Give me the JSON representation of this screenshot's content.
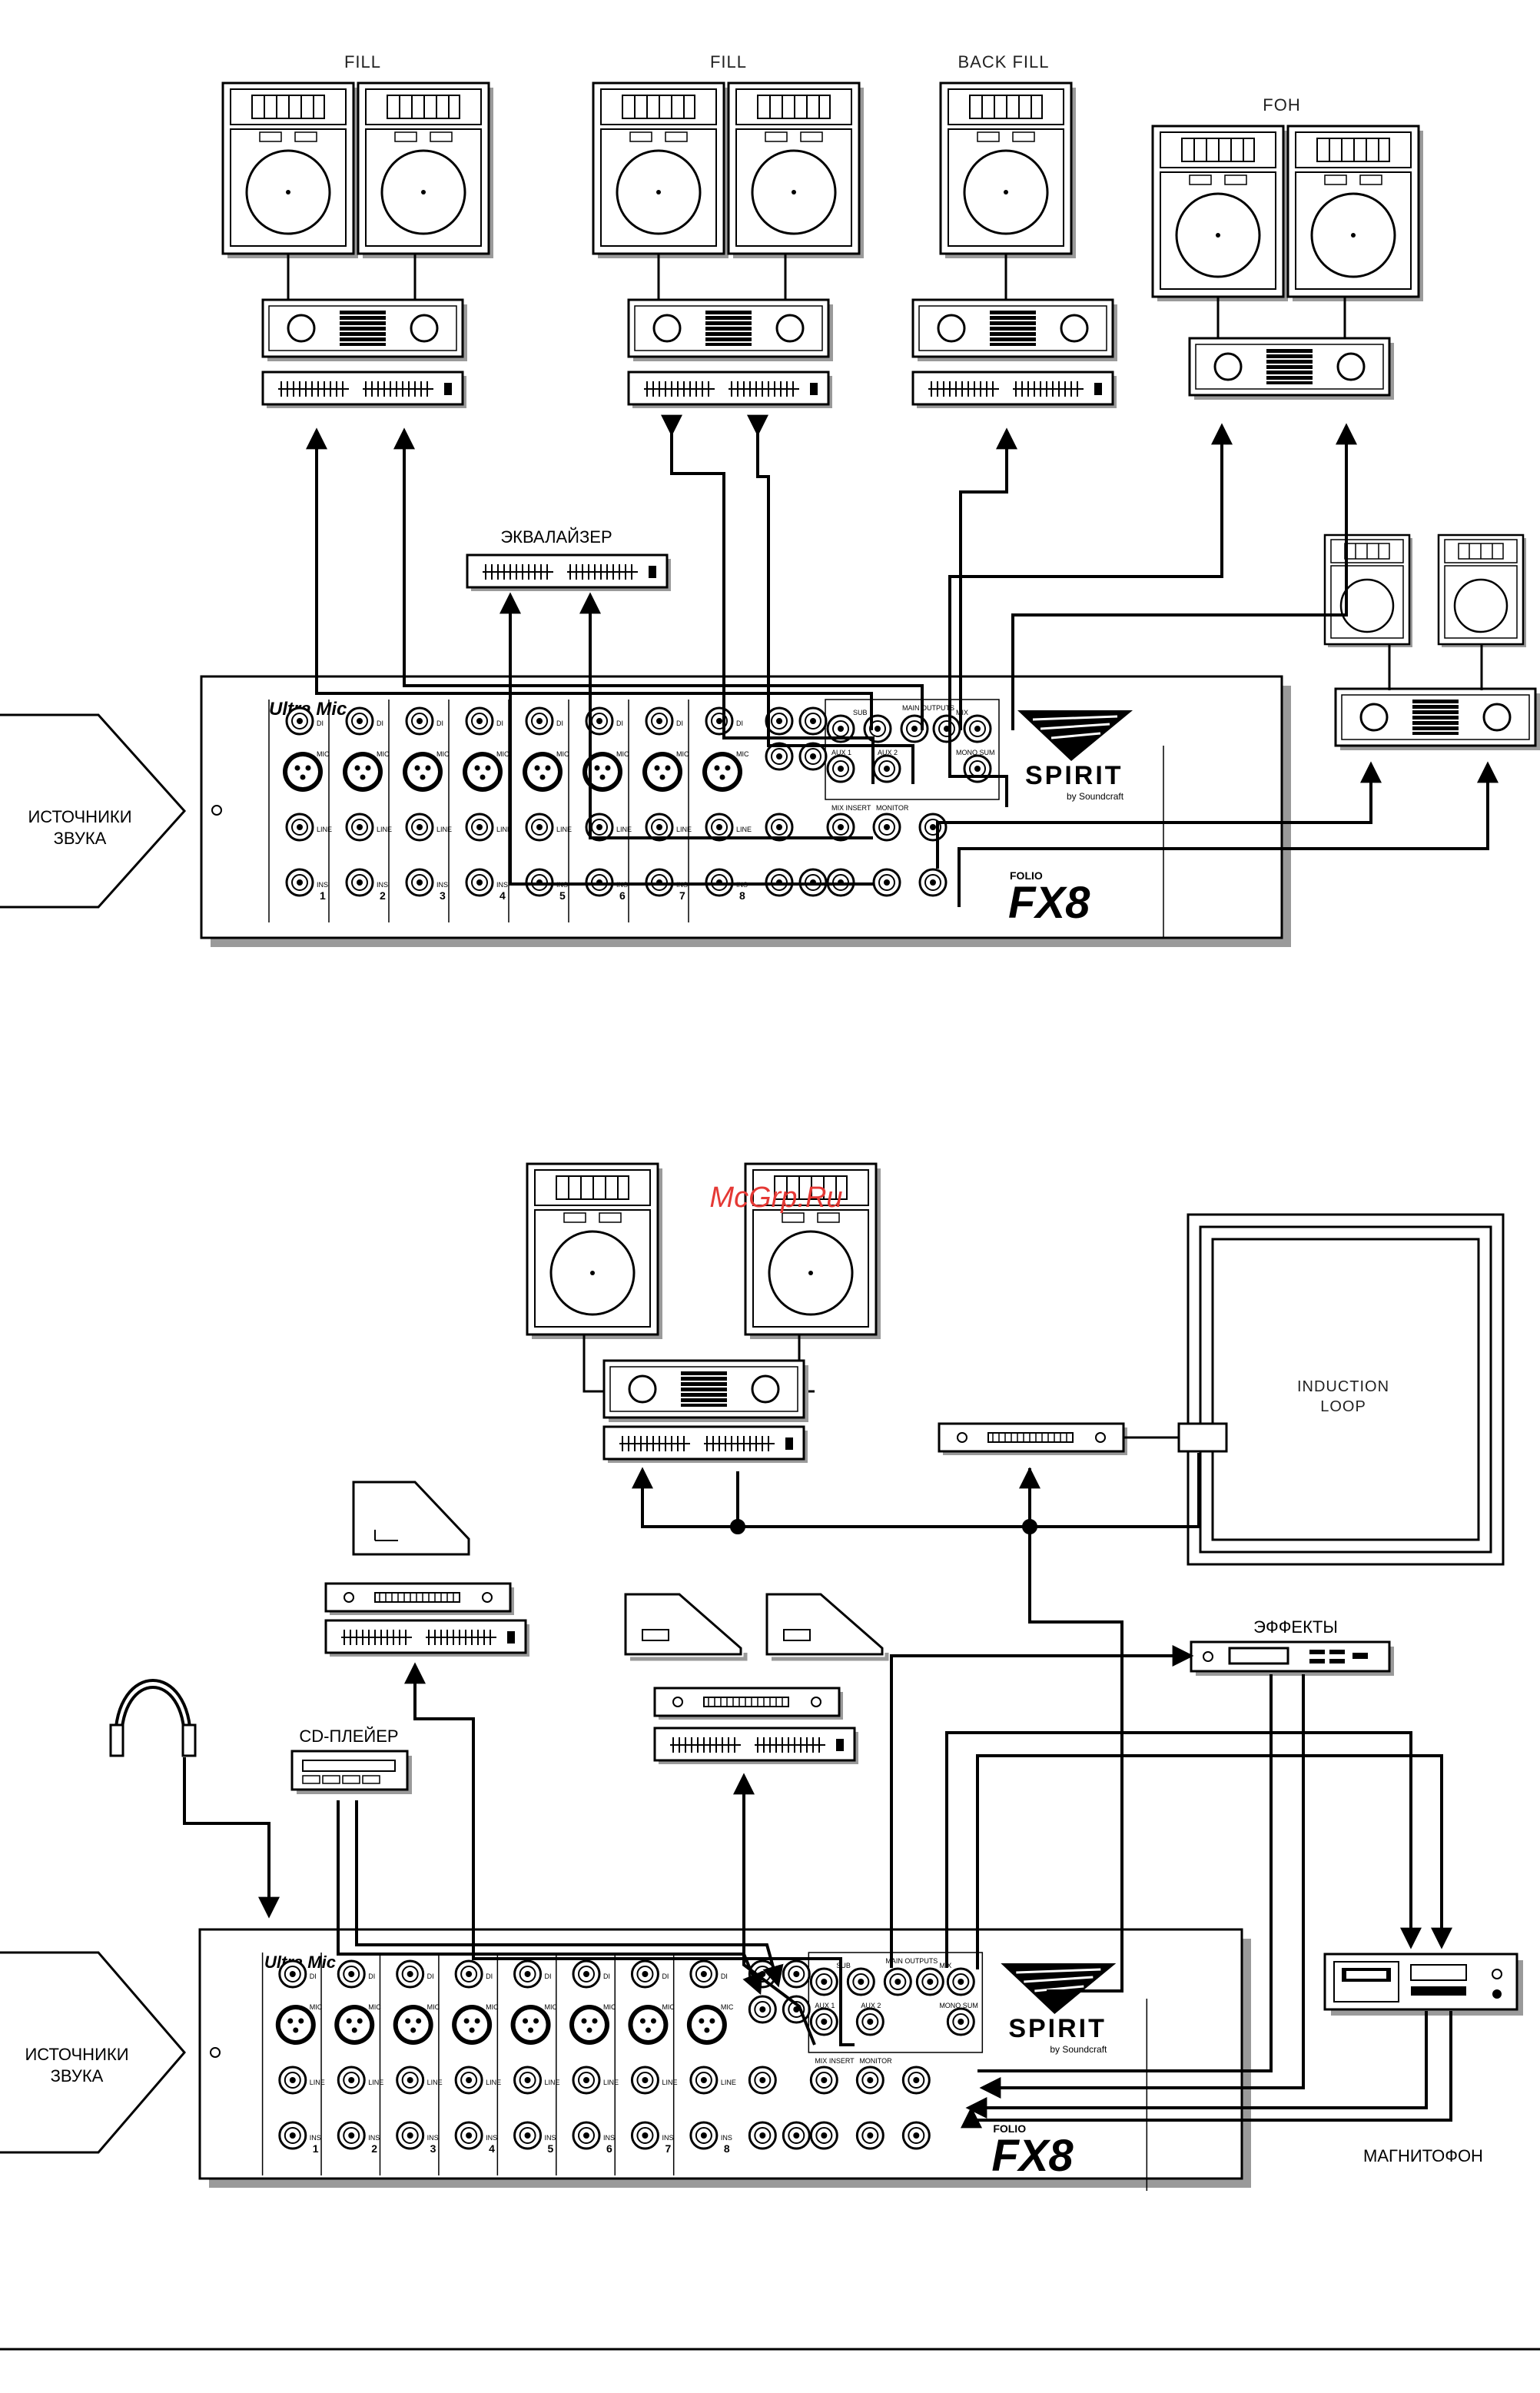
{
  "top": {
    "labels": {
      "fill_left": "FILL",
      "fill_center": "FILL",
      "back_fill": "BACK FILL",
      "foh": "FOH",
      "equalizer": "ЭКВАЛАЙЗЕР"
    },
    "sources_line1": "ИСТОЧНИКИ",
    "sources_line2": "ЗВУКА"
  },
  "bottom": {
    "induction_line1": "INDUCTION",
    "induction_line2": "LOOP",
    "effects": "ЭФФЕКТЫ",
    "cd_player": "CD-ПЛЕЙЕР",
    "tape_recorder": "МАГНИТОФОН",
    "sources_line1": "ИСТОЧНИКИ",
    "sources_line2": "ЗВУКА"
  },
  "mixer": {
    "brand": "SPIRIT",
    "by_line": "by Soundcraft",
    "model_prefix": "FOLIO",
    "model": "FX8",
    "logo_ultra": "Ultra",
    "logo_mic": "Mic",
    "channel_numbers": [
      "1",
      "2",
      "3",
      "4",
      "5",
      "6",
      "7",
      "8"
    ],
    "mic_label": "MIC",
    "line_label": "LINE",
    "ins_label": "INS",
    "di_label": "DI",
    "main_outputs": "MAIN OUTPUTS",
    "sub": "SUB",
    "mix": "MIX",
    "aux1": "AUX 1",
    "aux2": "AUX 2",
    "mono_sum": "MONO SUM",
    "mix_insert": "MIX INSERT",
    "monitor": "MONITOR"
  },
  "watermark": "McGrp.Ru"
}
